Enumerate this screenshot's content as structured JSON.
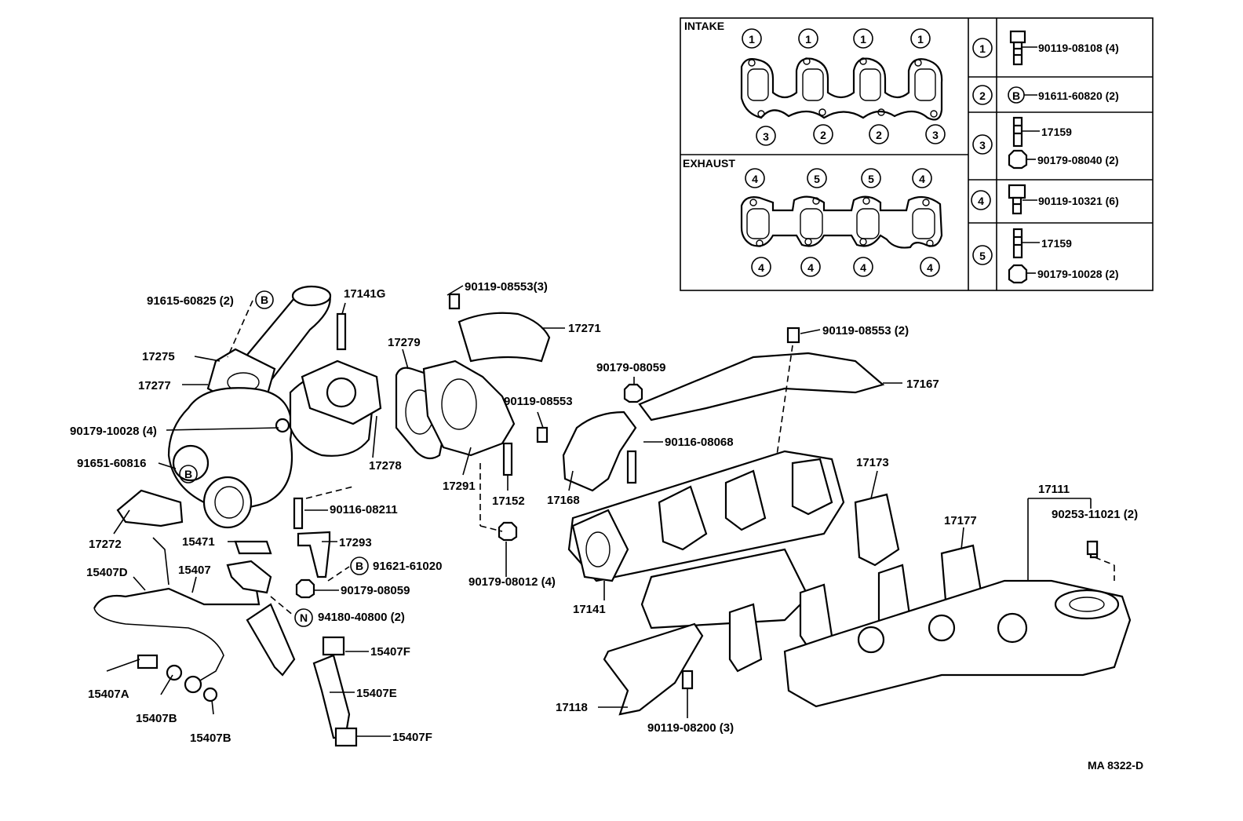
{
  "legend": {
    "intake_title": "INTAKE",
    "exhaust_title": "EXHAUST",
    "intake_top_markers": [
      "1",
      "1",
      "1",
      "1"
    ],
    "intake_bottom_markers": [
      "3",
      "2",
      "2",
      "3"
    ],
    "exhaust_top_markers": [
      "4",
      "5",
      "5",
      "4"
    ],
    "exhaust_bottom_markers": [
      "4",
      "4",
      "4",
      "4"
    ],
    "rows": [
      {
        "key": "1",
        "items": [
          "90119-08108 (4)"
        ]
      },
      {
        "key": "2",
        "badge": "B",
        "items": [
          "91611-60820 (2)"
        ]
      },
      {
        "key": "3",
        "items": [
          "17159",
          "90179-08040 (2)"
        ]
      },
      {
        "key": "4",
        "items": [
          "90119-10321 (6)"
        ]
      },
      {
        "key": "5",
        "items": [
          "17159",
          "90179-10028 (2)"
        ]
      }
    ]
  },
  "parts": {
    "p91615": "91615-60825 (2)",
    "p17141g": "17141G",
    "p17275": "17275",
    "p17277": "17277",
    "p90179_10028": "90179-10028 (4)",
    "p91651": "91651-60816",
    "p17272": "17272",
    "p15471": "15471",
    "p15407d": "15407D",
    "p15407": "15407",
    "p15407a": "15407A",
    "p15407b1": "15407B",
    "p15407b2": "15407B",
    "p90119_08553_3": "90119-08553(3)",
    "p17271": "17271",
    "p17279": "17279",
    "p17278": "17278",
    "p17291": "17291",
    "p90119_08553": "90119-08553",
    "p17152": "17152",
    "p90116_08211": "90116-08211",
    "p17293": "17293",
    "p91621": "91621-61020",
    "p90179_08059b": "90179-08059",
    "p94180": "94180-40800 (2)",
    "p15407f1": "15407F",
    "p15407e": "15407E",
    "p15407f2": "15407F",
    "p90179_08012": "90179-08012 (4)",
    "p17168": "17168",
    "p90179_08059a": "90179-08059",
    "p90116_08068": "90116-08068",
    "p90119_08553_2": "90119-08553 (2)",
    "p17167": "17167",
    "p17173": "17173",
    "p17177": "17177",
    "p17111": "17111",
    "p90253": "90253-11021 (2)",
    "p17141": "17141",
    "p17118": "17118",
    "p90119_08200": "90119-08200 (3)"
  },
  "badges": {
    "b1": "B",
    "b2": "B",
    "b3": "B",
    "n1": "N"
  },
  "code": "MA 8322-D"
}
